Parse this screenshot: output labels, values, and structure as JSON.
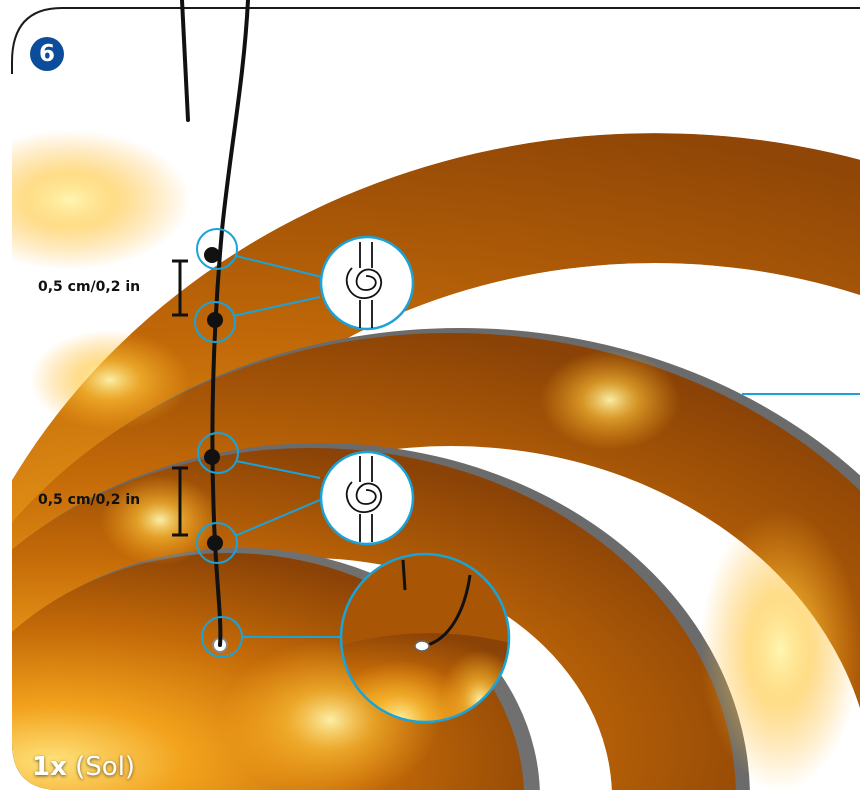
{
  "step": {
    "number": "6"
  },
  "measurements": [
    {
      "label": "0,5 cm/0,2 in"
    },
    {
      "label": "0,5 cm/0,2 in"
    }
  ],
  "caption": {
    "quantity": "1x",
    "name": "(Sol)"
  },
  "colors": {
    "step_badge": "#0b4d9a",
    "callout_line": "#1aa3d9",
    "frame": "#1a1a1a",
    "ring_base": "#c06a08",
    "ring_highlight": "#ffd24a"
  },
  "icons": [
    "knot-icon",
    "knot-icon",
    "string-end-icon"
  ]
}
